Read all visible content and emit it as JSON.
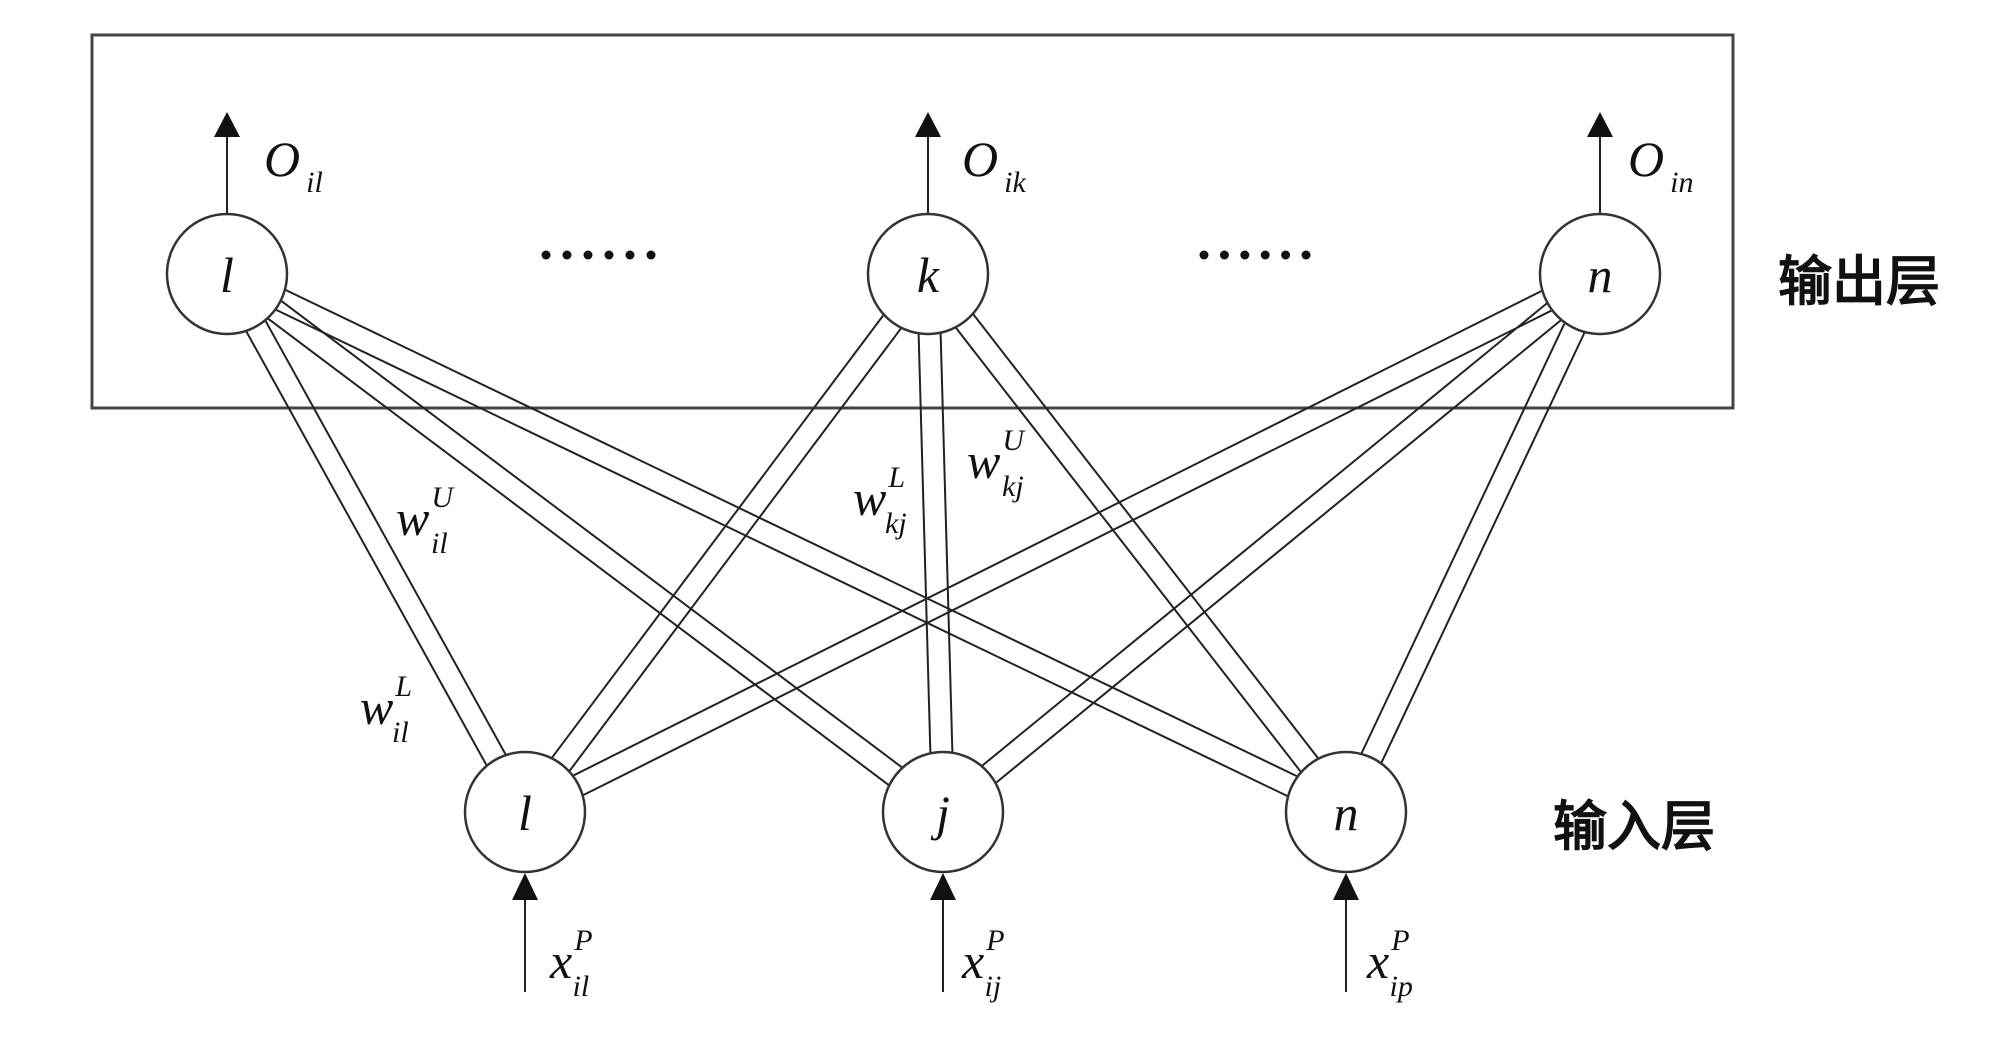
{
  "diagram": {
    "output_layer_label": "输出层",
    "input_layer_label": "输入层",
    "ellipsis": "......",
    "output_nodes": [
      {
        "id": "out-l",
        "label": "l",
        "output_symbol": "O",
        "output_sub": "il"
      },
      {
        "id": "out-k",
        "label": "k",
        "output_symbol": "O",
        "output_sub": "ik"
      },
      {
        "id": "out-n",
        "label": "n",
        "output_symbol": "O",
        "output_sub": "in"
      }
    ],
    "input_nodes": [
      {
        "id": "in-l",
        "label": "l",
        "input_symbol": "x",
        "input_sup": "P",
        "input_sub": "il"
      },
      {
        "id": "in-j",
        "label": "j",
        "input_symbol": "x",
        "input_sup": "P",
        "input_sub": "ij"
      },
      {
        "id": "in-n",
        "label": "n",
        "input_symbol": "x",
        "input_sup": "P",
        "input_sub": "ip"
      }
    ],
    "connections": [
      {
        "from": "out-l",
        "to": "in-l",
        "type": "interval-weight"
      },
      {
        "from": "out-l",
        "to": "in-j",
        "type": "interval-weight"
      },
      {
        "from": "out-l",
        "to": "in-n",
        "type": "interval-weight"
      },
      {
        "from": "out-k",
        "to": "in-l",
        "type": "interval-weight"
      },
      {
        "from": "out-k",
        "to": "in-j",
        "type": "interval-weight"
      },
      {
        "from": "out-k",
        "to": "in-n",
        "type": "interval-weight"
      },
      {
        "from": "out-n",
        "to": "in-l",
        "type": "interval-weight"
      },
      {
        "from": "out-n",
        "to": "in-j",
        "type": "interval-weight"
      },
      {
        "from": "out-n",
        "to": "in-n",
        "type": "interval-weight"
      }
    ],
    "weight_labels": [
      {
        "id": "w-upper-il",
        "symbol": "w",
        "sup": "U",
        "sub": "il"
      },
      {
        "id": "w-lower-il",
        "symbol": "w",
        "sup": "L",
        "sub": "il"
      },
      {
        "id": "w-lower-kj",
        "symbol": "w",
        "sup": "L",
        "sub": "kj"
      },
      {
        "id": "w-upper-kj",
        "symbol": "w",
        "sup": "U",
        "sub": "kj"
      }
    ]
  }
}
